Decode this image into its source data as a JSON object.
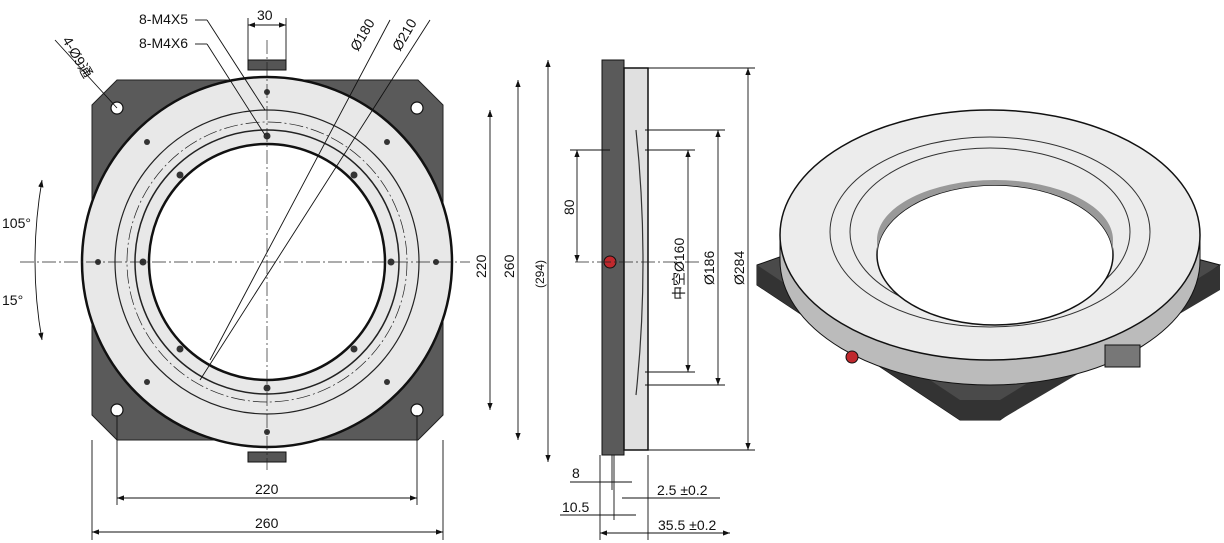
{
  "front_view": {
    "callouts": {
      "tap_a": "8-M4X5",
      "tap_b": "8-M4X6",
      "holes": "4-Ø9通"
    },
    "dims": {
      "top_width": "30",
      "d180": "Ø180",
      "d210": "Ø210",
      "v220": "220",
      "v260": "260",
      "v294": "(294)",
      "h220": "220",
      "h260": "260",
      "angle_up": "105°",
      "angle_down": "15°"
    }
  },
  "side_view": {
    "dims": {
      "offset80": "80",
      "bore": "中空Ø160",
      "d186": "Ø186",
      "d284": "Ø284",
      "t8": "8",
      "t10_5": "10.5",
      "t2_5": "2.5 ±0.2",
      "t35_5": "35.5 ±0.2"
    }
  },
  "colors": {
    "plate": "#5a5a5a",
    "ring": "#e6e6e6",
    "accent": "#c0282d"
  }
}
